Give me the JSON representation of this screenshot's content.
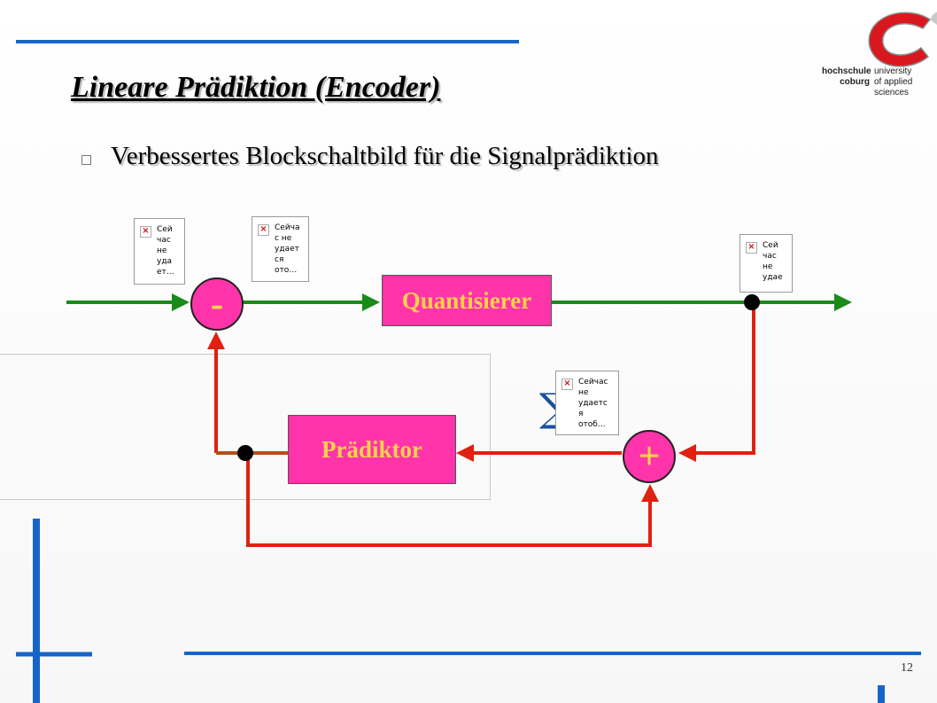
{
  "slide": {
    "title": "Lineare Prädiktion (Encoder)",
    "bullet": "Verbessertes Blockschaltbild für die Signalprädiktion",
    "page_number": "12"
  },
  "logo": {
    "line1": "hochschule",
    "line2": "coburg",
    "line3": "university",
    "line4": "of applied",
    "line5": "sciences",
    "accent_color": "#d8181e"
  },
  "diagram": {
    "quantizer_label": "Quantisierer",
    "predictor_label": "Prädiktor",
    "subtract_symbol": "-",
    "add_symbol": "+",
    "sum_symbol": "∑",
    "broken_images": [
      {
        "text": "Сей\nчас\nне\nуда\nет…"
      },
      {
        "text": "Сейча\nс не\nудает\nся\nото…"
      },
      {
        "text": "Сей\nчас\nне\nудае"
      },
      {
        "text": "Сейчас\nне\nудаетс\nя\nотоб…"
      }
    ],
    "colors": {
      "block_fill": "#ff33aa",
      "block_text": "#ffd24a",
      "forward_path": "#1a8a1a",
      "feedback_path": "#e02010",
      "slide_lines": "#1565c8"
    }
  }
}
